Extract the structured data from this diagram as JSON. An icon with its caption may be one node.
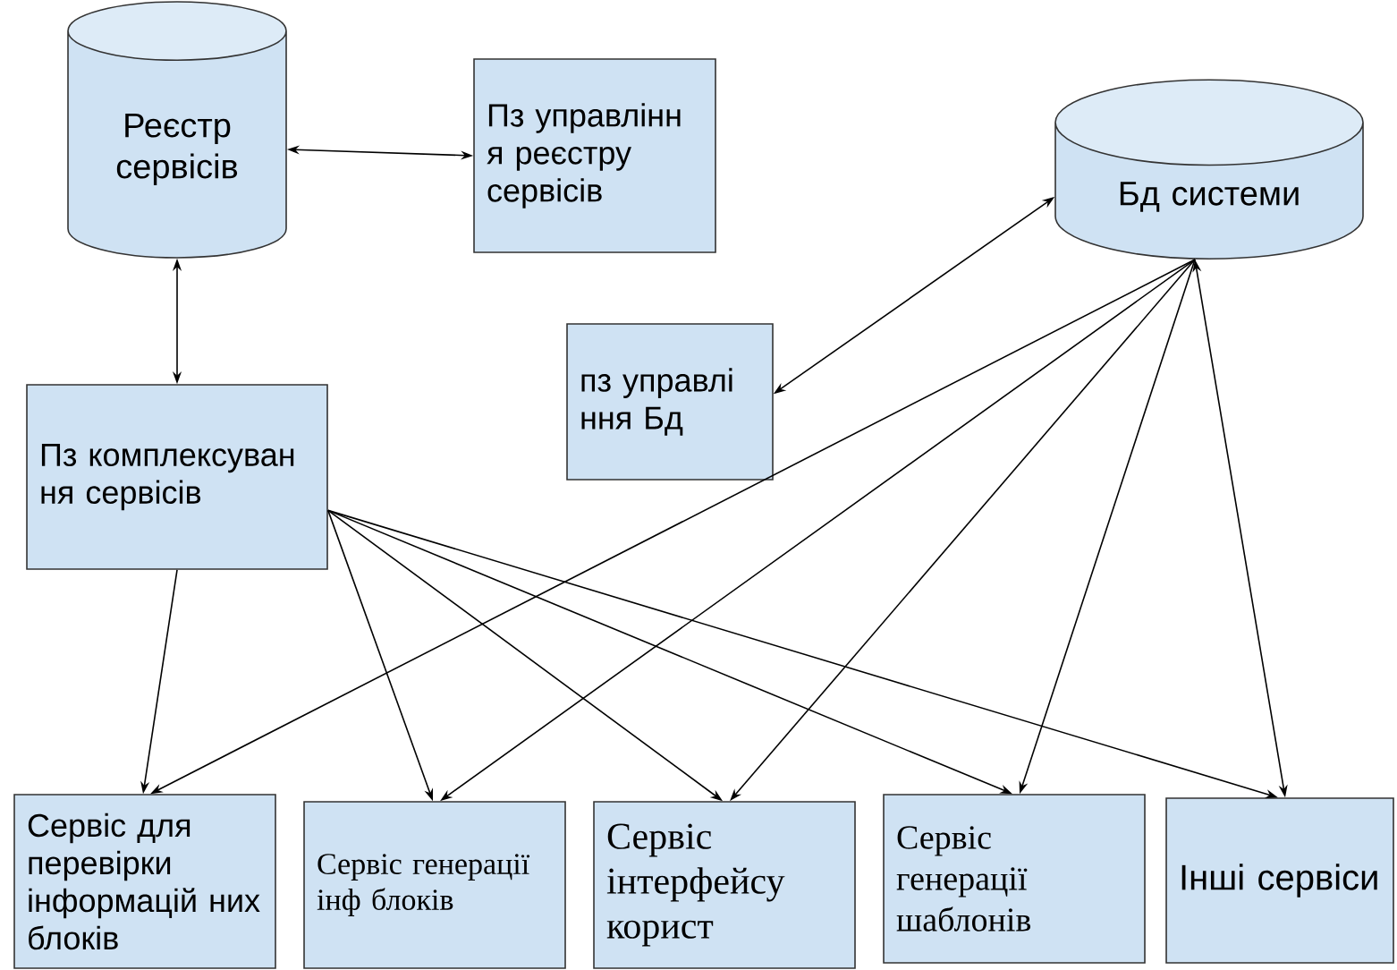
{
  "diagram": {
    "nodes": [
      {
        "text": [
          "Реєстр сервісів"
        ]
      },
      {
        "text": [
          "Пз управлінн я реєстру сервісів"
        ]
      },
      {
        "text": [
          "Бд системи"
        ]
      },
      {
        "text": [
          "пз управлі ння Бд"
        ]
      },
      {
        "text": [
          "Пз комплексуван ня сервісів"
        ]
      },
      {
        "text": [
          "Сервіс для перевірки інформацій них блоків"
        ]
      },
      {
        "text": [
          "Сервіс генерації інф блоків"
        ]
      },
      {
        "text": [
          "Сервіс інтерфейсу корист"
        ]
      },
      {
        "text": [
          "Сервіс генерації шаблонів"
        ]
      },
      {
        "text": [
          "Інші сервіси"
        ]
      }
    ],
    "edges": [
      {
        "from": 0,
        "to": 1,
        "arrow": "both"
      },
      {
        "from": 0,
        "to": 4,
        "arrow": "both"
      },
      {
        "from": 2,
        "to": 3,
        "arrow": "both"
      },
      {
        "from": 4,
        "to": 5,
        "arrow": "to"
      },
      {
        "from": 4,
        "to": 6,
        "arrow": "to"
      },
      {
        "from": 4,
        "to": 7,
        "arrow": "to"
      },
      {
        "from": 4,
        "to": 8,
        "arrow": "to"
      },
      {
        "from": 4,
        "to": 9,
        "arrow": "to"
      },
      {
        "from": 2,
        "to": 5,
        "arrow": "to"
      },
      {
        "from": 2,
        "to": 6,
        "arrow": "to"
      },
      {
        "from": 2,
        "to": 7,
        "arrow": "to"
      },
      {
        "from": 2,
        "to": 8,
        "arrow": "to"
      },
      {
        "from": 2,
        "to": 9,
        "arrow": "both"
      }
    ]
  }
}
